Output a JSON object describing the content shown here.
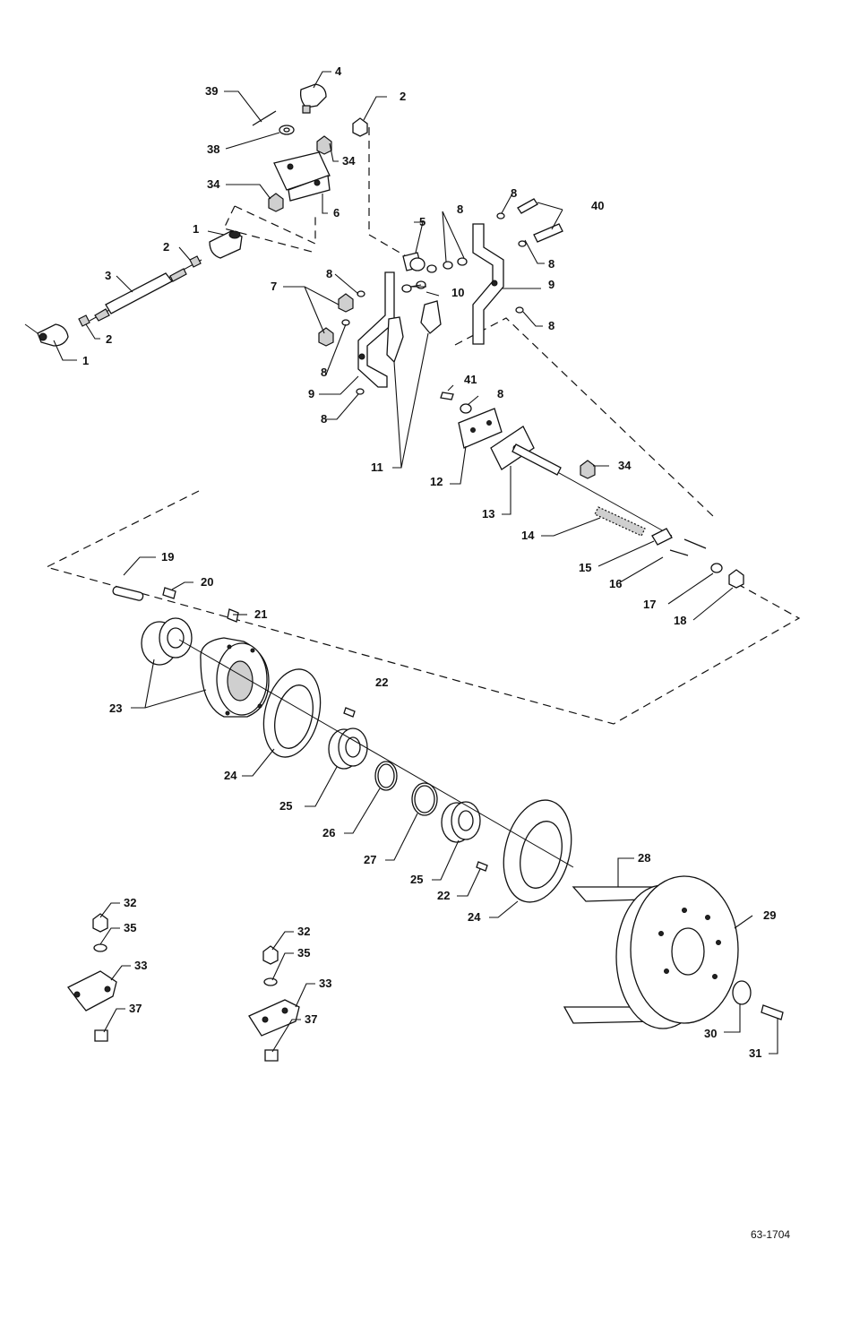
{
  "figure_id": "63-1704",
  "callouts": {
    "c1": "1",
    "c2": "2",
    "c3": "3",
    "c4": "4",
    "c5": "5",
    "c6": "6",
    "c7": "7",
    "c8": "8",
    "c9": "9",
    "c10": "10",
    "c11": "11",
    "c12": "12",
    "c13": "13",
    "c14": "14",
    "c15": "15",
    "c16": "16",
    "c17": "17",
    "c18": "18",
    "c19": "19",
    "c20": "20",
    "c21": "21",
    "c22": "22",
    "c23": "23",
    "c24": "24",
    "c25": "25",
    "c26": "26",
    "c27": "27",
    "c28": "28",
    "c29": "29",
    "c30": "30",
    "c31": "31",
    "c32": "32",
    "c33": "33",
    "c34": "34",
    "c35": "35",
    "c37": "37",
    "c38": "38",
    "c39": "39",
    "c40": "40",
    "c41": "41"
  }
}
